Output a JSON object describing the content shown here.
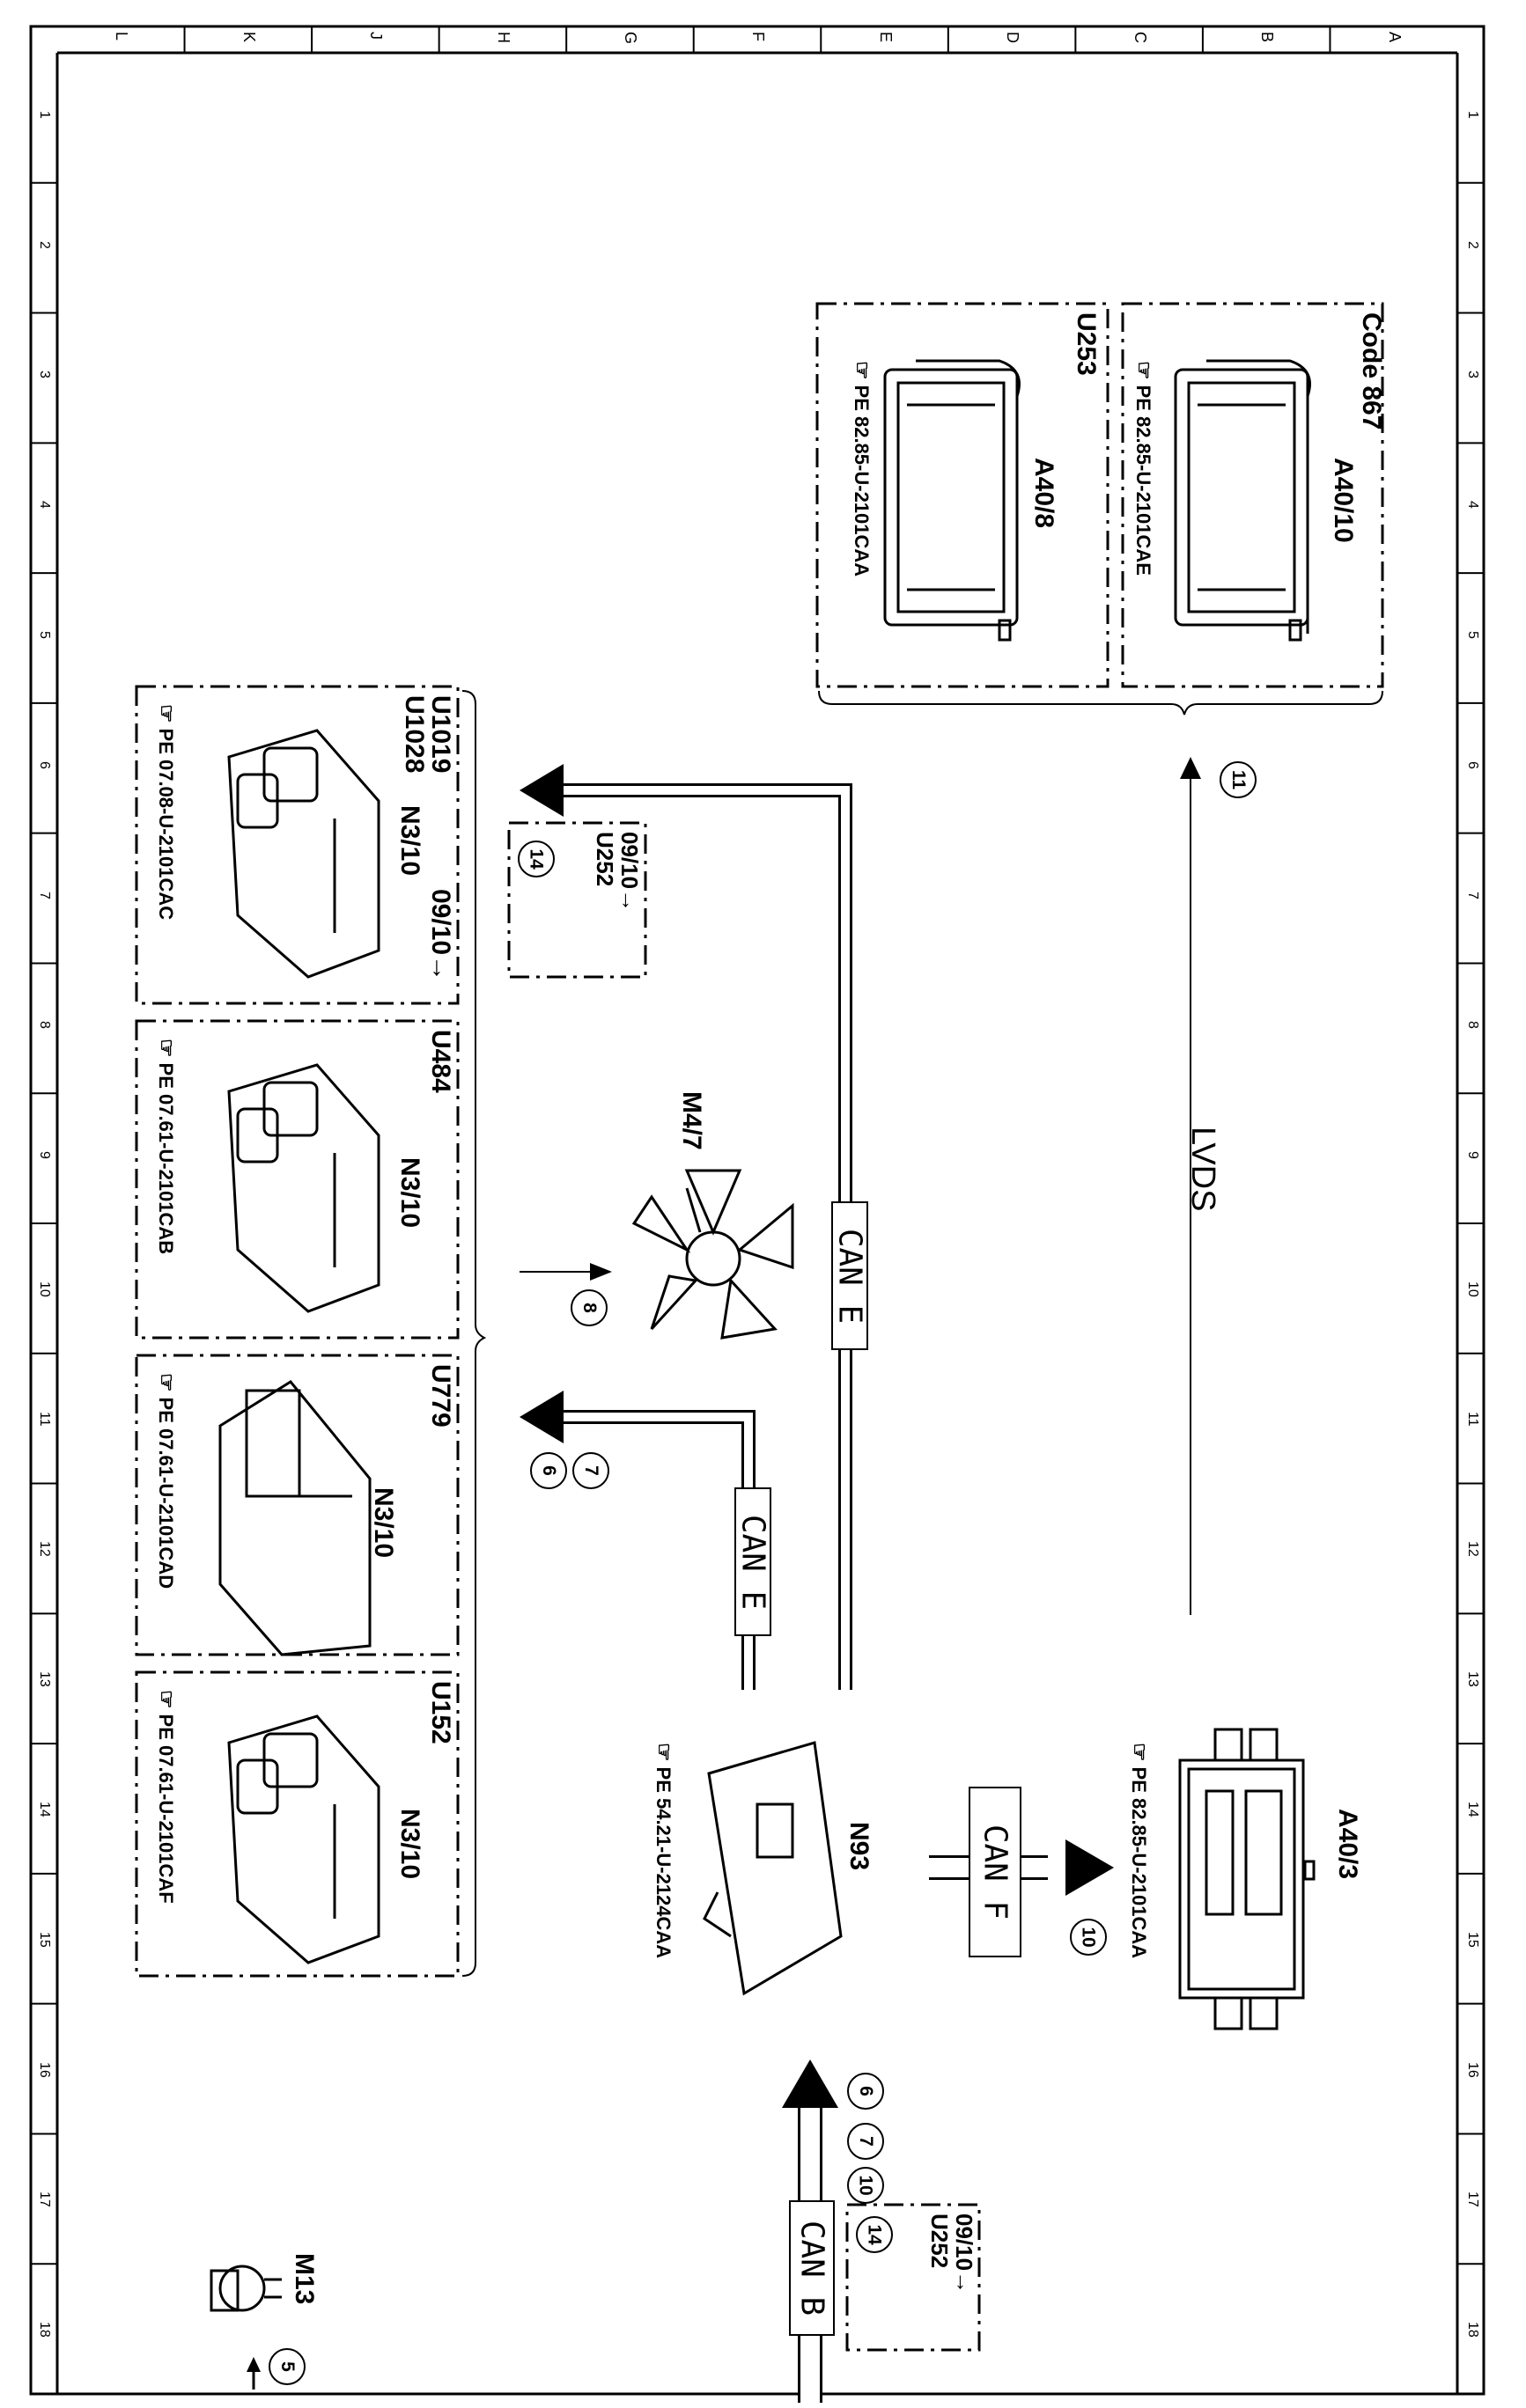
{
  "frame": {
    "columns": [
      "L",
      "K",
      "J",
      "H",
      "G",
      "F",
      "E",
      "D",
      "C",
      "B",
      "A"
    ],
    "rows": [
      "1",
      "2",
      "3",
      "4",
      "5",
      "6",
      "7",
      "8",
      "9",
      "10",
      "11",
      "12",
      "13",
      "14",
      "15",
      "16",
      "17",
      "18"
    ]
  },
  "modules": {
    "a40_10": {
      "code": "Code 867",
      "name": "A40/10",
      "pe": "PE 82.85-U-2101CAE"
    },
    "a40_8": {
      "code": "U253",
      "name": "A40/8",
      "pe": "PE 82.85-U-2101CAA"
    },
    "a40_3": {
      "name": "A40/3",
      "pe": "PE 82.85-U-2101CAA"
    },
    "n93": {
      "name": "N93",
      "pe": "PE 54.21-U-2124CAA"
    },
    "m4_7": {
      "name": "M4/7"
    },
    "m13": {
      "name": "M13"
    },
    "n3_10_a": {
      "code1": "U1019",
      "code2": "U1028",
      "name": "N3/10",
      "year": "09/10→",
      "pe": "PE 07.08-U-2101CAC"
    },
    "n3_10_b": {
      "code": "U484",
      "name": "N3/10",
      "pe": "PE 07.61-U-2101CAB"
    },
    "n3_10_c": {
      "code": "U779",
      "name": "N3/10",
      "pe": "PE 07.61-U-2101CAD"
    },
    "n3_10_d": {
      "code": "U152",
      "name": "N3/10",
      "pe": "PE 07.61-U-2101CAF"
    },
    "u252_top": {
      "year": "09/10→",
      "code": "U252"
    },
    "u252_bottom": {
      "year": "09/10→",
      "code": "U252"
    }
  },
  "buses": {
    "lvds": "LVDS",
    "can_e_1": "CAN E",
    "can_e_2": "CAN E",
    "can_f": "CAN F",
    "can_b": "CAN B"
  },
  "callouts": {
    "c11": "11",
    "c14_top": "14",
    "c8": "8",
    "c7": "7",
    "c6": "6",
    "c10": "10",
    "c6b": "6",
    "c7b": "7",
    "c10b": "10",
    "c14b": "14",
    "c5": "5"
  }
}
